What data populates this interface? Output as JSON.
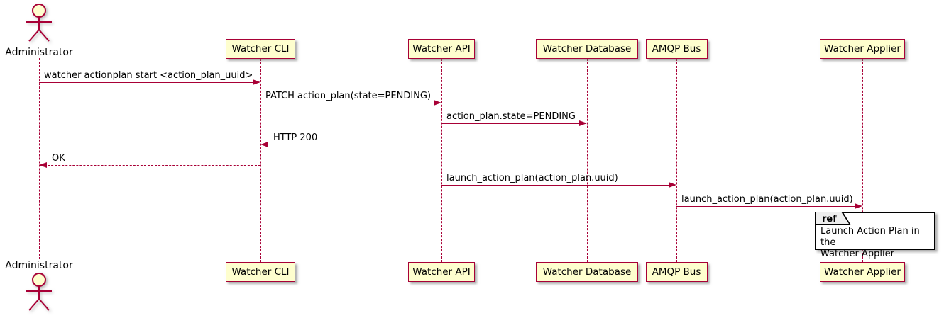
{
  "diagram": {
    "type": "sequence",
    "actor": {
      "label": "Administrator"
    },
    "participants": [
      {
        "label": "Watcher CLI"
      },
      {
        "label": "Watcher API"
      },
      {
        "label": "Watcher Database"
      },
      {
        "label": "AMQP Bus"
      },
      {
        "label": "Watcher Applier"
      }
    ],
    "messages": [
      {
        "text": "watcher actionplan start <action_plan_uuid>",
        "from": "Administrator",
        "to": "Watcher CLI",
        "style": "solid"
      },
      {
        "text": "PATCH action_plan(state=PENDING)",
        "from": "Watcher CLI",
        "to": "Watcher API",
        "style": "solid"
      },
      {
        "text": "action_plan.state=PENDING",
        "from": "Watcher API",
        "to": "Watcher Database",
        "style": "solid"
      },
      {
        "text": "HTTP 200",
        "from": "Watcher API",
        "to": "Watcher CLI",
        "style": "dashed"
      },
      {
        "text": "OK",
        "from": "Watcher CLI",
        "to": "Administrator",
        "style": "dashed"
      },
      {
        "text": "launch_action_plan(action_plan.uuid)",
        "from": "Watcher API",
        "to": "AMQP Bus",
        "style": "solid"
      },
      {
        "text": "launch_action_plan(action_plan.uuid)",
        "from": "AMQP Bus",
        "to": "Watcher Applier",
        "style": "solid"
      }
    ],
    "ref": {
      "keyword": "ref",
      "text": [
        "Launch Action Plan in the",
        "Watcher Applier"
      ]
    },
    "colors": {
      "accent": "#A80036",
      "participant_fill": "#FEFECE",
      "ref_header_fill": "#EEEEEE",
      "text": "#000000",
      "background": "#FFFFFF"
    }
  }
}
